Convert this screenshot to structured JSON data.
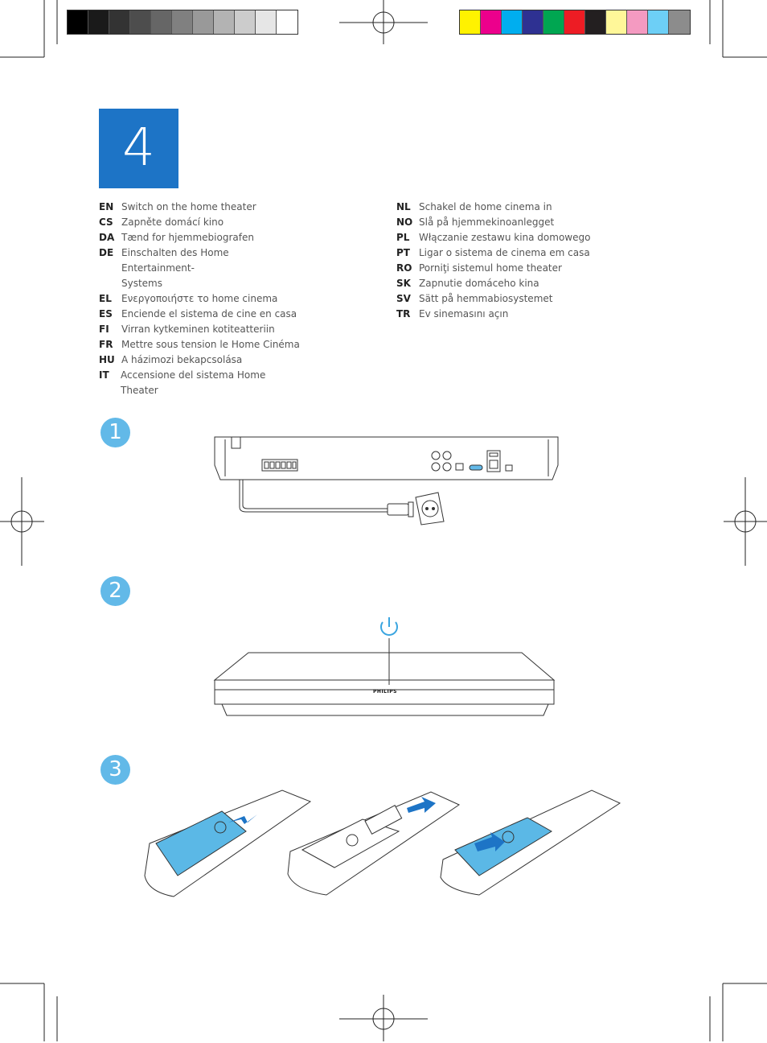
{
  "step": {
    "number": "4"
  },
  "languages_left": [
    {
      "code": "EN",
      "text": "Switch on the home theater"
    },
    {
      "code": "CS",
      "text": "Zapněte domácí kino"
    },
    {
      "code": "DA",
      "text": "Tænd for hjemmebiografen"
    },
    {
      "code": "DE",
      "text": "Einschalten des Home Entertainment-Systems"
    },
    {
      "code": "EL",
      "text": "Ενεργοποιήστε το home cinema"
    },
    {
      "code": "ES",
      "text": "Enciende el sistema de cine en casa"
    },
    {
      "code": "FI",
      "text": "Virran kytkeminen kotiteatteriin"
    },
    {
      "code": "FR",
      "text": "Mettre sous tension le Home Cinéma"
    },
    {
      "code": "HU",
      "text": "A házimozi bekapcsolása"
    },
    {
      "code": "IT",
      "text": "Accensione del sistema Home Theater"
    }
  ],
  "languages_right": [
    {
      "code": "NL",
      "text": "Schakel de home cinema in"
    },
    {
      "code": "NO",
      "text": "Slå på hjemmekinoanlegget"
    },
    {
      "code": "PL",
      "text": "Włączanie zestawu kina domowego"
    },
    {
      "code": "PT",
      "text": "Ligar o sistema de cinema em casa"
    },
    {
      "code": "RO",
      "text": "Porniţi sistemul home theater"
    },
    {
      "code": "SK",
      "text": "Zapnutie domáceho kina"
    },
    {
      "code": "SV",
      "text": "Sätt på hemmabiosystemet"
    },
    {
      "code": "TR",
      "text": "Ev sinemasını açın"
    }
  ],
  "substeps": [
    "1",
    "2",
    "3"
  ],
  "brand": "PHILIPS",
  "colors": {
    "step_blue": "#1d74c6",
    "substep_blue": "#62b9e8",
    "battery_cover": "#5bb8e6",
    "arrow": "#1d74c6"
  },
  "gray_swatches": [
    "#000000",
    "#1a1a1a",
    "#333333",
    "#4d4d4d",
    "#666666",
    "#808080",
    "#999999",
    "#b3b3b3",
    "#cccccc",
    "#e6e6e6",
    "#ffffff"
  ],
  "color_swatches": [
    "#fff200",
    "#ec008c",
    "#00aeef",
    "#2e3192",
    "#00a651",
    "#ed1c24",
    "#231f20",
    "#fff799",
    "#f49ac1",
    "#6dcff6",
    "#8c8c8c"
  ]
}
